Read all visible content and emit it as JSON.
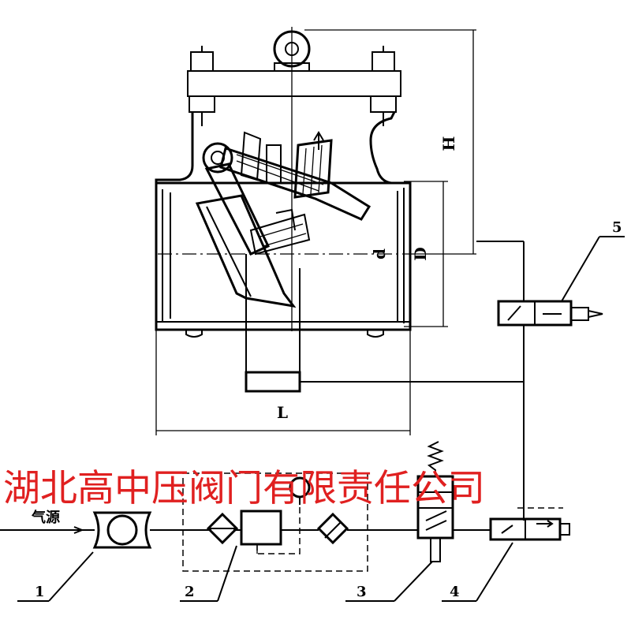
{
  "labels": {
    "dim_L": "L",
    "dim_H": "H",
    "dim_d": "d",
    "dim_D": "D",
    "source": "气源",
    "item_1": "1",
    "item_2": "2",
    "item_3": "3",
    "item_4": "4",
    "item_5": "5"
  },
  "watermark": "湖北高中压阀门有限责任公司",
  "colors": {
    "line": "#000000",
    "watermark": "#e02020",
    "background": "#ffffff"
  }
}
